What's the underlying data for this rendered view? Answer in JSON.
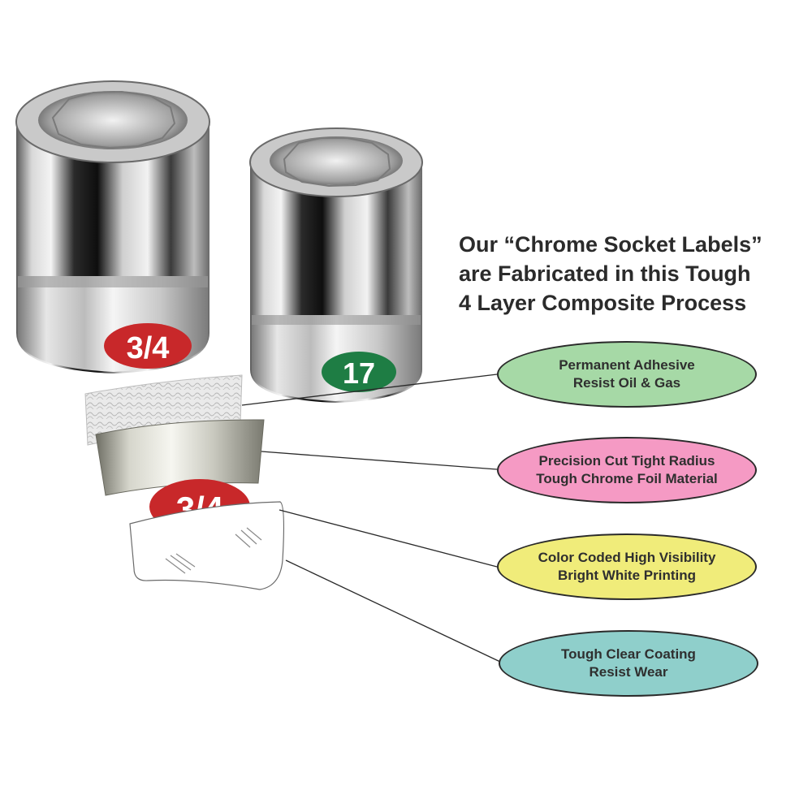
{
  "headline": {
    "line1": "Our “Chrome Socket Labels”",
    "line2": "are Fabricated in this Tough",
    "line3": "4 Layer Composite Process"
  },
  "sockets": {
    "large_label": "3/4",
    "small_label": "17",
    "layer_label": "3/4"
  },
  "callouts": [
    {
      "line1": "Permanent Adhesive",
      "line2": "Resist Oil & Gas",
      "color": "#a6d9a6"
    },
    {
      "line1": "Precision Cut Tight Radius",
      "line2": "Tough Chrome Foil Material",
      "color": "#f59ac4"
    },
    {
      "line1": "Color Coded High Visibility",
      "line2": "Bright White Printing",
      "color": "#f0ec7a"
    },
    {
      "line1": "Tough Clear Coating",
      "line2": "Resist Wear",
      "color": "#8fcfcb"
    }
  ],
  "colors": {
    "label_red": "#c8282a",
    "label_green": "#1e7d44",
    "chrome_dark": "#2a2a2a",
    "chrome_light": "#e8e8e8"
  }
}
